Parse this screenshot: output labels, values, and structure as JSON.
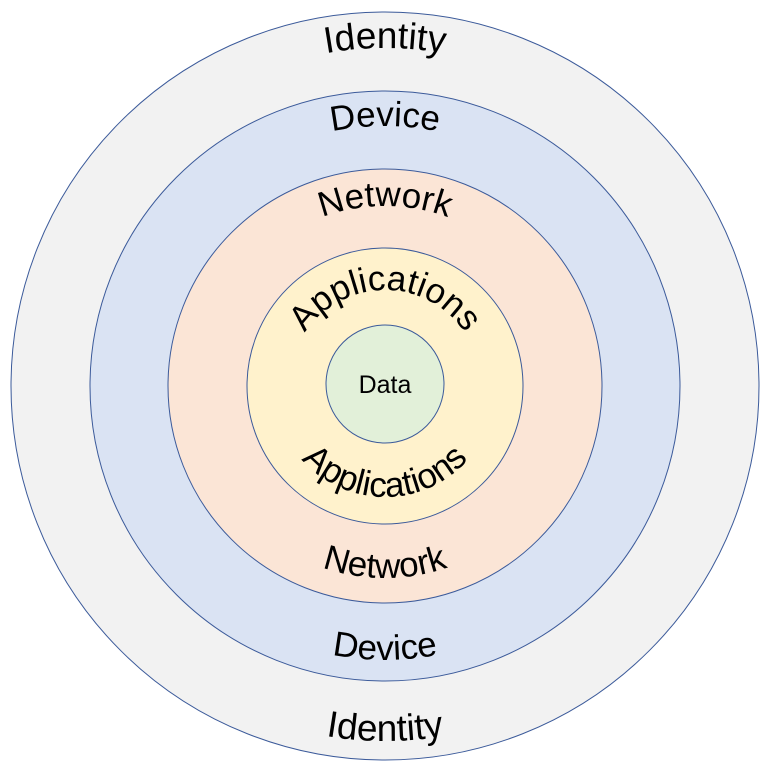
{
  "diagram": {
    "rings": [
      {
        "name": "identity",
        "label_top": "Identity",
        "label_bottom": "Identity",
        "fill": "#f2f2f2"
      },
      {
        "name": "device",
        "label_top": "Device",
        "label_bottom": "Device",
        "fill": "#dae3f3"
      },
      {
        "name": "network",
        "label_top": "Network",
        "label_bottom": "Network",
        "fill": "#fbe5d6"
      },
      {
        "name": "applications",
        "label_top": "Applications",
        "label_bottom": "Applications",
        "fill": "#fff2cc"
      }
    ],
    "core": {
      "label": "Data",
      "fill": "#e2f0d9"
    },
    "outline_color": "#3b5a9a"
  }
}
